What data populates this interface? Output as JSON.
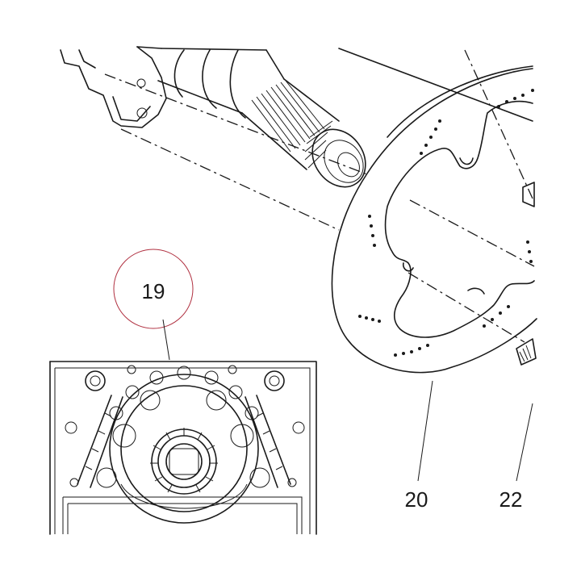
{
  "callouts": {
    "part_19": "19",
    "part_20": "20",
    "part_22": "22"
  },
  "colors": {
    "line": "#1a1a1a",
    "highlight_circle": "#b03040",
    "background": "#ffffff"
  }
}
